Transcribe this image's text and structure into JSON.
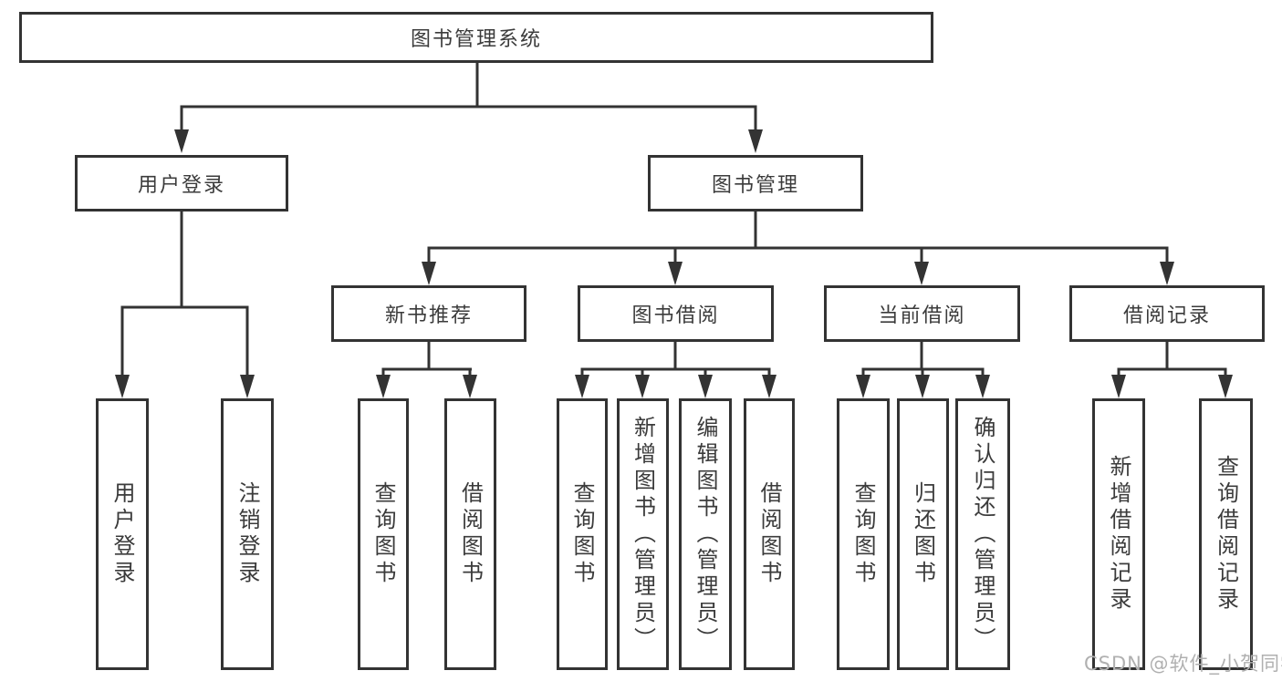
{
  "colors": {
    "line": "#333333",
    "text": "#3b3b3b",
    "bg": "#ffffff",
    "watermark": "#b0b0b0"
  },
  "diagram": {
    "title": "图书管理系统",
    "root": {
      "label": "图书管理系统"
    },
    "branches": {
      "user_login": {
        "label": "用户登录",
        "children": {
          "login": {
            "label": "用户登录"
          },
          "logout": {
            "label": "注销登录"
          }
        }
      },
      "book_mgmt": {
        "label": "图书管理",
        "children": {
          "new_book_rec": {
            "label": "新书推荐",
            "children": {
              "query": {
                "label": "查询图书"
              },
              "borrow": {
                "label": "借阅图书"
              }
            }
          },
          "book_borrow": {
            "label": "图书借阅",
            "children": {
              "query": {
                "label": "查询图书"
              },
              "add": {
                "label": "新增图书（管理员）"
              },
              "edit": {
                "label": "编辑图书（管理员）"
              },
              "borrow": {
                "label": "借阅图书"
              }
            }
          },
          "current_borrow": {
            "label": "当前借阅",
            "children": {
              "query": {
                "label": "查询图书"
              },
              "return": {
                "label": "归还图书"
              },
              "confirm": {
                "label": "确认归还（管理员）"
              }
            }
          },
          "borrow_records": {
            "label": "借阅记录",
            "children": {
              "add": {
                "label": "新增借阅记录"
              },
              "query": {
                "label": "查询借阅记录"
              }
            }
          }
        }
      }
    }
  },
  "watermark": {
    "text": "CSDN @软件_小贺同学"
  }
}
